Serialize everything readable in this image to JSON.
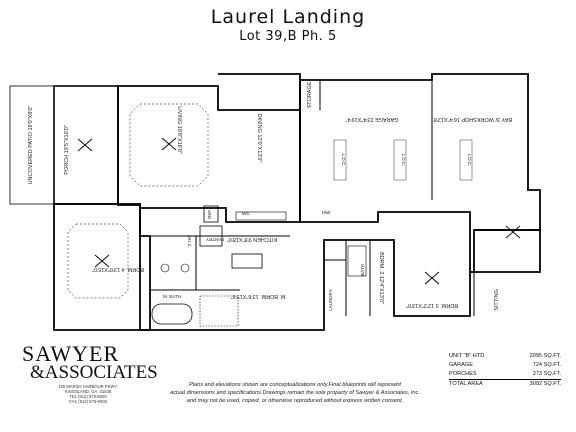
{
  "header": {
    "title": "Laurel Landing",
    "subtitle": "Lot 39,B  Ph. 5"
  },
  "rooms": {
    "patio": "UNCOVERED PATIO 19'0\"X8'0\"",
    "porch": "PORCH 19'5\"X10'0\"",
    "living": "LIVING 18'8\"X16'0\"",
    "dining": "DINING 12'0\"X13'0\"",
    "storage": "STORAGE",
    "garage": "GARAGE 23'4\"X19'4\"",
    "workshop": "BAY 3/ WORKSHOP 16'4\"X12'8\"",
    "kitchen": "KITCHEN 9'8\"X18'0\"",
    "bdrm4": "BDRM. 4 13'0\"X15'0\"",
    "master_bdrm": "M. BDRM. 13'6\"X15'6\"",
    "wic": "W.I.C.",
    "pantry": "PANTRY",
    "m_bath": "M. BATH",
    "laundry": "LAUNDRY",
    "bath": "BATH",
    "bdrm2": "BDRM. 2 12'4\"X13'0\"",
    "bdrm3": "BDRM. 3 12'2\"X13'0\"",
    "sitting": "SITTING",
    "hw": "H/W",
    "ldc": "L.D.C.",
    "ref": "REF.",
    "mc": "M/C"
  },
  "logo": {
    "line1": "SAWYER",
    "line2": "&ASSOCIATES"
  },
  "address": [
    "100 MARSH HARBOUR PKWY.",
    "KINGSLAND, GA. 31548",
    "TEL (912) 576-6000",
    "FAX (912) 576-6003"
  ],
  "areas": [
    {
      "label": "UNIT \"B\" HTD.",
      "value": "2095 SQ.FT."
    },
    {
      "label": "GARAGE",
      "value": "724 SQ.FT."
    },
    {
      "label": "PORCHES",
      "value": "273 SQ.FT."
    }
  ],
  "total": {
    "label": "TOTAL AREA",
    "value": "3092 SQ.FT."
  },
  "disclaimer": [
    "Plans and elevations shown are conceptualizations only.Final blueprints will represent",
    "actual dimensions and specifications.Drawings remain the sole property of Sawyer & Associates, Inc.",
    "and may not be used, copied, or otherwise reproduced without express written consent."
  ]
}
